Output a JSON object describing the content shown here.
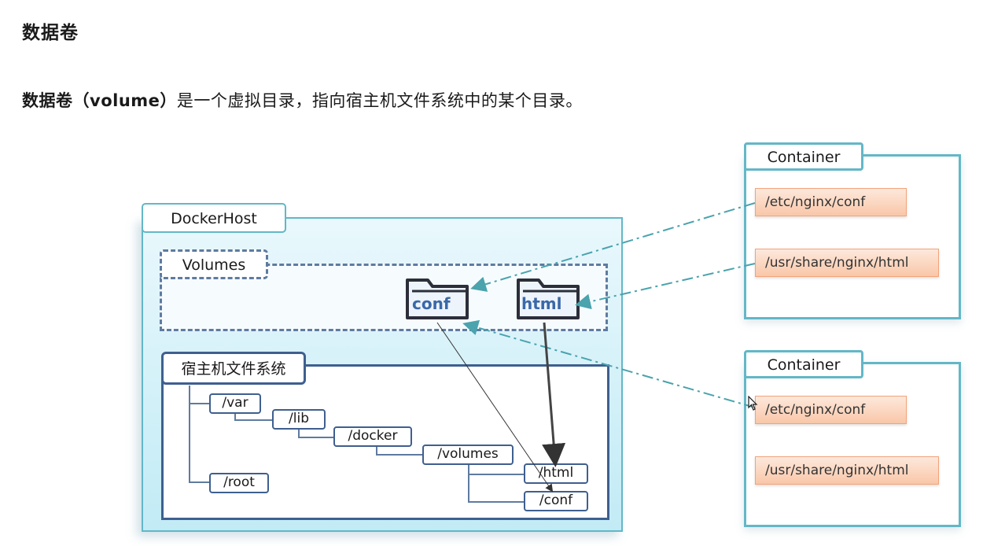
{
  "heading": "数据卷",
  "description": {
    "bold": "数据卷（volume）",
    "rest": "是一个虚拟目录，指向宿主机文件系统中的某个目录。"
  },
  "diagram": {
    "docker_host_label": "DockerHost",
    "volumes_label": "Volumes",
    "volume_folders": [
      "conf",
      "html"
    ],
    "host_fs_label": "宿主机文件系统",
    "dirs": {
      "var": "/var",
      "lib": "/lib",
      "docker": "/docker",
      "volumes": "/volumes",
      "html": "/html",
      "conf": "/conf",
      "root": "/root"
    },
    "containers": [
      {
        "label": "Container",
        "paths": [
          "/etc/nginx/conf",
          "/usr/share/nginx/html"
        ]
      },
      {
        "label": "Container",
        "paths": [
          "/etc/nginx/conf",
          "/usr/share/nginx/html"
        ]
      }
    ],
    "colors": {
      "host_border": "#63b7c7",
      "volume_border": "#5e7ba0",
      "path_fill": "#f9c7a8",
      "link_line": "#4aa3ad",
      "folder_text": "#3a68a8"
    }
  }
}
